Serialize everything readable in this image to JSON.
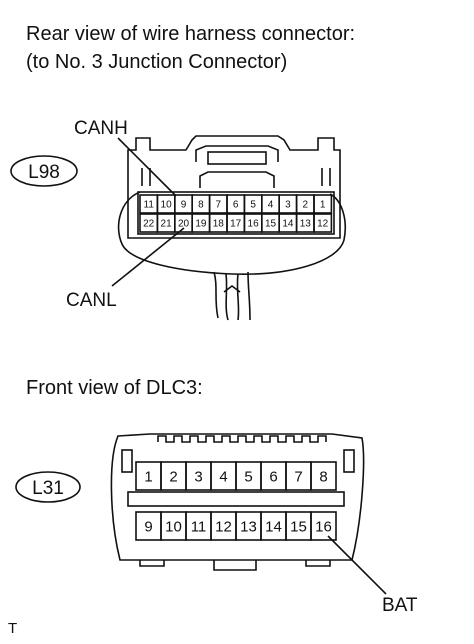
{
  "top_heading": {
    "line1": "Rear view of wire harness connector:",
    "line2": "(to No. 3 Junction Connector)"
  },
  "connector_l98": {
    "id": "L98",
    "pins_row1": [
      "11",
      "10",
      "9",
      "8",
      "7",
      "6",
      "5",
      "4",
      "3",
      "2",
      "1"
    ],
    "pins_row2": [
      "22",
      "21",
      "20",
      "19",
      "18",
      "17",
      "16",
      "15",
      "14",
      "13",
      "12"
    ],
    "callout_top": "CANH",
    "callout_bottom": "CANL"
  },
  "bottom_heading": "Front view of DLC3:",
  "connector_l31": {
    "id": "L31",
    "pins_row1": [
      "1",
      "2",
      "3",
      "4",
      "5",
      "6",
      "7",
      "8"
    ],
    "pins_row2": [
      "9",
      "10",
      "11",
      "12",
      "13",
      "14",
      "15",
      "16"
    ],
    "callout": "BAT"
  },
  "footer_mark": "T"
}
